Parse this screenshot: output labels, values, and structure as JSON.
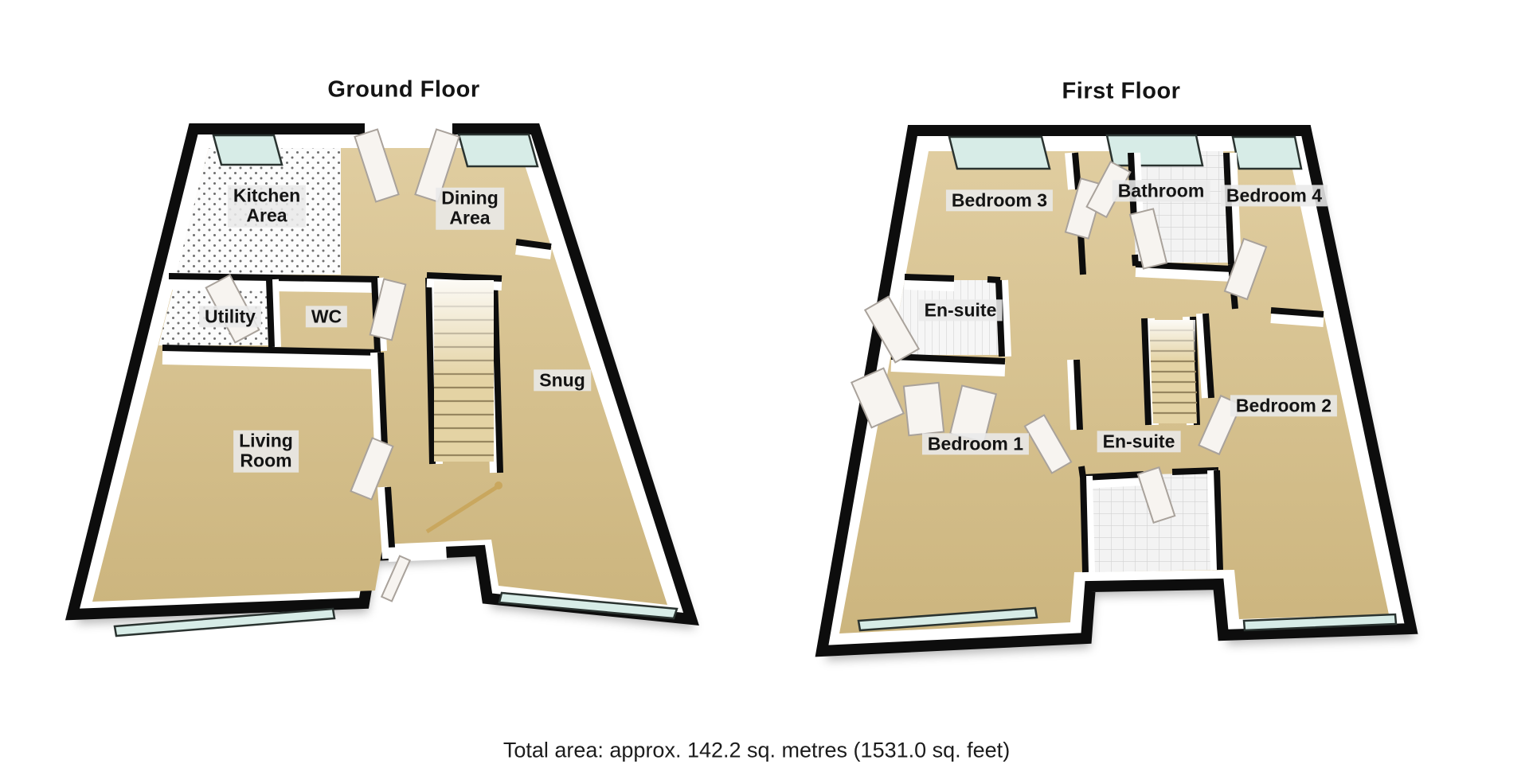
{
  "ground_floor": {
    "title": "Ground Floor",
    "rooms": [
      {
        "id": "kitchen-area",
        "label": "Kitchen\nArea"
      },
      {
        "id": "dining-area",
        "label": "Dining\nArea"
      },
      {
        "id": "utility",
        "label": "Utility"
      },
      {
        "id": "wc",
        "label": "WC"
      },
      {
        "id": "living-room",
        "label": "Living\nRoom"
      },
      {
        "id": "snug",
        "label": "Snug"
      }
    ]
  },
  "first_floor": {
    "title": "First Floor",
    "rooms": [
      {
        "id": "bedroom-3",
        "label": "Bedroom 3"
      },
      {
        "id": "bathroom",
        "label": "Bathroom"
      },
      {
        "id": "bedroom-4",
        "label": "Bedroom 4"
      },
      {
        "id": "ensuite-1",
        "label": "En-suite"
      },
      {
        "id": "bedroom-1",
        "label": "Bedroom 1"
      },
      {
        "id": "ensuite-2",
        "label": "En-suite"
      },
      {
        "id": "bedroom-2",
        "label": "Bedroom 2"
      }
    ]
  },
  "footer": {
    "total_area": "Total area: approx. 142.2 sq. metres (1531.0 sq. feet)"
  },
  "colors": {
    "wall": "#0d0d0d",
    "floor": "#d8c495",
    "floor_dark": "#c9b37e",
    "glass": "#d7ece7",
    "tile": "#f3f3f3",
    "tile_line": "#d2d2d2",
    "label_bg": "#e9e9e9",
    "text": "#141414",
    "door": "#f7f4f0",
    "door_edge": "#a9a29b",
    "stair_line": "#97865f"
  }
}
